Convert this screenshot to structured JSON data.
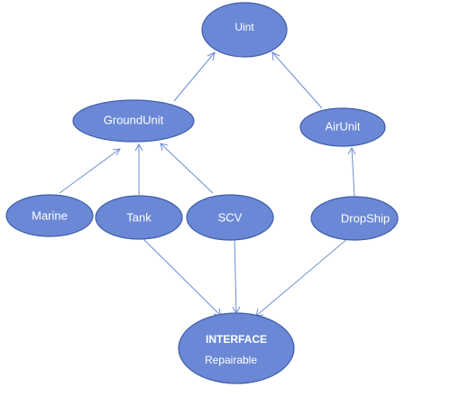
{
  "colors": {
    "node_fill": "#6a88d6",
    "node_stroke": "#3e5ea8",
    "edge": "#6c8ed0",
    "label": "#ffffff"
  },
  "nodes": {
    "uint": {
      "label": "Uint"
    },
    "ground_unit": {
      "label": "GroundUnit"
    },
    "air_unit": {
      "label": "AirUnit"
    },
    "marine": {
      "label": "Marine"
    },
    "tank": {
      "label": "Tank"
    },
    "scv": {
      "label": "SCV"
    },
    "dropship": {
      "label": "DropShip"
    },
    "interface": {
      "label_line1": "INTERFACE",
      "label_line2": "Repairable"
    }
  },
  "edges": [
    {
      "from": "ground_unit",
      "to": "uint"
    },
    {
      "from": "air_unit",
      "to": "uint"
    },
    {
      "from": "marine",
      "to": "ground_unit"
    },
    {
      "from": "tank",
      "to": "ground_unit"
    },
    {
      "from": "scv",
      "to": "ground_unit"
    },
    {
      "from": "dropship",
      "to": "air_unit"
    },
    {
      "from": "tank",
      "to": "interface"
    },
    {
      "from": "scv",
      "to": "interface"
    },
    {
      "from": "dropship",
      "to": "interface"
    }
  ]
}
